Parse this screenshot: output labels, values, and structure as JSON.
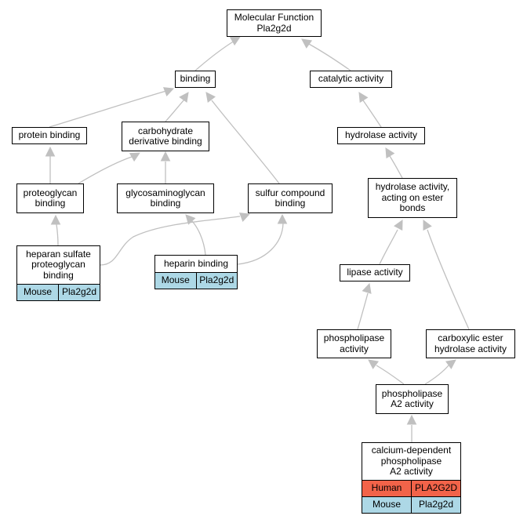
{
  "diagram": {
    "type": "gene-ontology-graph",
    "colors": {
      "human_annotation": "#f26349",
      "mouse_annotation": "#add8e6",
      "edge": "#c0c0c0",
      "node_border": "#000000"
    },
    "nodes": [
      {
        "id": "molecular-function",
        "label": "Molecular Function\nPla2g2d"
      },
      {
        "id": "binding",
        "label": "binding"
      },
      {
        "id": "catalytic-activity",
        "label": "catalytic activity"
      },
      {
        "id": "protein-binding",
        "label": "protein binding"
      },
      {
        "id": "carbohydrate-derivative-binding",
        "label": "carbohydrate\nderivative binding"
      },
      {
        "id": "hydrolase-activity",
        "label": "hydrolase activity"
      },
      {
        "id": "proteoglycan-binding",
        "label": "proteoglycan\nbinding"
      },
      {
        "id": "glycosaminoglycan-binding",
        "label": "glycosaminoglycan\nbinding"
      },
      {
        "id": "sulfur-compound-binding",
        "label": "sulfur compound\nbinding"
      },
      {
        "id": "hydrolase-activity-ester-bonds",
        "label": "hydrolase activity,\nacting on ester\nbonds"
      },
      {
        "id": "heparan-sulfate-proteoglycan-binding",
        "label": "heparan sulfate\nproteoglycan\nbinding",
        "annotations": [
          {
            "species": "Mouse",
            "gene": "Pla2g2d",
            "color": "#add8e6"
          }
        ]
      },
      {
        "id": "heparin-binding",
        "label": "heparin binding",
        "annotations": [
          {
            "species": "Mouse",
            "gene": "Pla2g2d",
            "color": "#add8e6"
          }
        ]
      },
      {
        "id": "lipase-activity",
        "label": "lipase activity"
      },
      {
        "id": "phospholipase-activity",
        "label": "phospholipase\nactivity"
      },
      {
        "id": "carboxylic-ester-hydrolase-activity",
        "label": "carboxylic ester\nhydrolase activity"
      },
      {
        "id": "phospholipase-a2-activity",
        "label": "phospholipase\nA2 activity"
      },
      {
        "id": "calcium-dependent-phospholipase-a2-activity",
        "label": "calcium-dependent\nphospholipase\nA2 activity",
        "annotations": [
          {
            "species": "Human",
            "gene": "PLA2G2D",
            "color": "#f26349"
          },
          {
            "species": "Mouse",
            "gene": "Pla2g2d",
            "color": "#add8e6"
          }
        ]
      }
    ],
    "edges": [
      {
        "from": "binding",
        "to": "molecular-function"
      },
      {
        "from": "catalytic-activity",
        "to": "molecular-function"
      },
      {
        "from": "protein-binding",
        "to": "binding"
      },
      {
        "from": "carbohydrate-derivative-binding",
        "to": "binding"
      },
      {
        "from": "sulfur-compound-binding",
        "to": "binding"
      },
      {
        "from": "hydrolase-activity",
        "to": "catalytic-activity"
      },
      {
        "from": "proteoglycan-binding",
        "to": "protein-binding"
      },
      {
        "from": "proteoglycan-binding",
        "to": "carbohydrate-derivative-binding"
      },
      {
        "from": "glycosaminoglycan-binding",
        "to": "carbohydrate-derivative-binding"
      },
      {
        "from": "hydrolase-activity-ester-bonds",
        "to": "hydrolase-activity"
      },
      {
        "from": "heparan-sulfate-proteoglycan-binding",
        "to": "proteoglycan-binding"
      },
      {
        "from": "heparan-sulfate-proteoglycan-binding",
        "to": "sulfur-compound-binding"
      },
      {
        "from": "heparin-binding",
        "to": "glycosaminoglycan-binding"
      },
      {
        "from": "heparin-binding",
        "to": "sulfur-compound-binding"
      },
      {
        "from": "lipase-activity",
        "to": "hydrolase-activity-ester-bonds"
      },
      {
        "from": "carboxylic-ester-hydrolase-activity",
        "to": "hydrolase-activity-ester-bonds"
      },
      {
        "from": "phospholipase-activity",
        "to": "lipase-activity"
      },
      {
        "from": "phospholipase-a2-activity",
        "to": "phospholipase-activity"
      },
      {
        "from": "phospholipase-a2-activity",
        "to": "carboxylic-ester-hydrolase-activity"
      },
      {
        "from": "calcium-dependent-phospholipase-a2-activity",
        "to": "phospholipase-a2-activity"
      }
    ]
  }
}
